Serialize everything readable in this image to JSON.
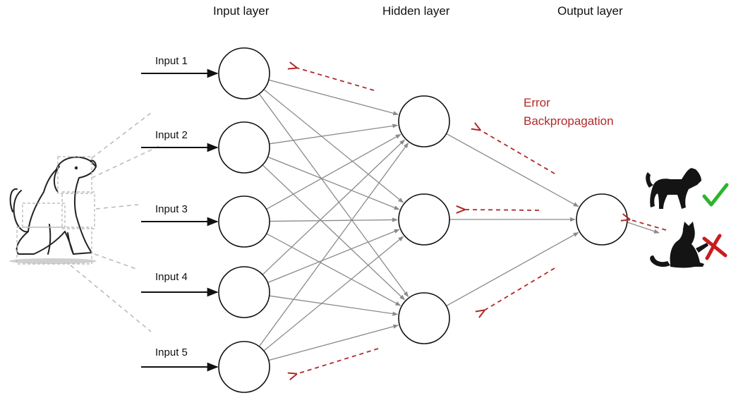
{
  "layers": {
    "input_title": "Input layer",
    "hidden_title": "Hidden layer",
    "output_title": "Output layer"
  },
  "inputs": [
    "Input 1",
    "Input 2",
    "Input 3",
    "Input 4",
    "Input 5"
  ],
  "error_label": {
    "line1": "Error",
    "line2": "Backpropagation"
  },
  "colors": {
    "error": "#b02a2a",
    "check": "#2db52d",
    "cross": "#c81d1d",
    "connection": "#8a8a8a",
    "node": "#111111"
  },
  "icons": [
    "dog-sketch-icon",
    "dog-silhouette-icon",
    "cat-silhouette-icon",
    "check-mark-icon",
    "cross-mark-icon"
  ]
}
